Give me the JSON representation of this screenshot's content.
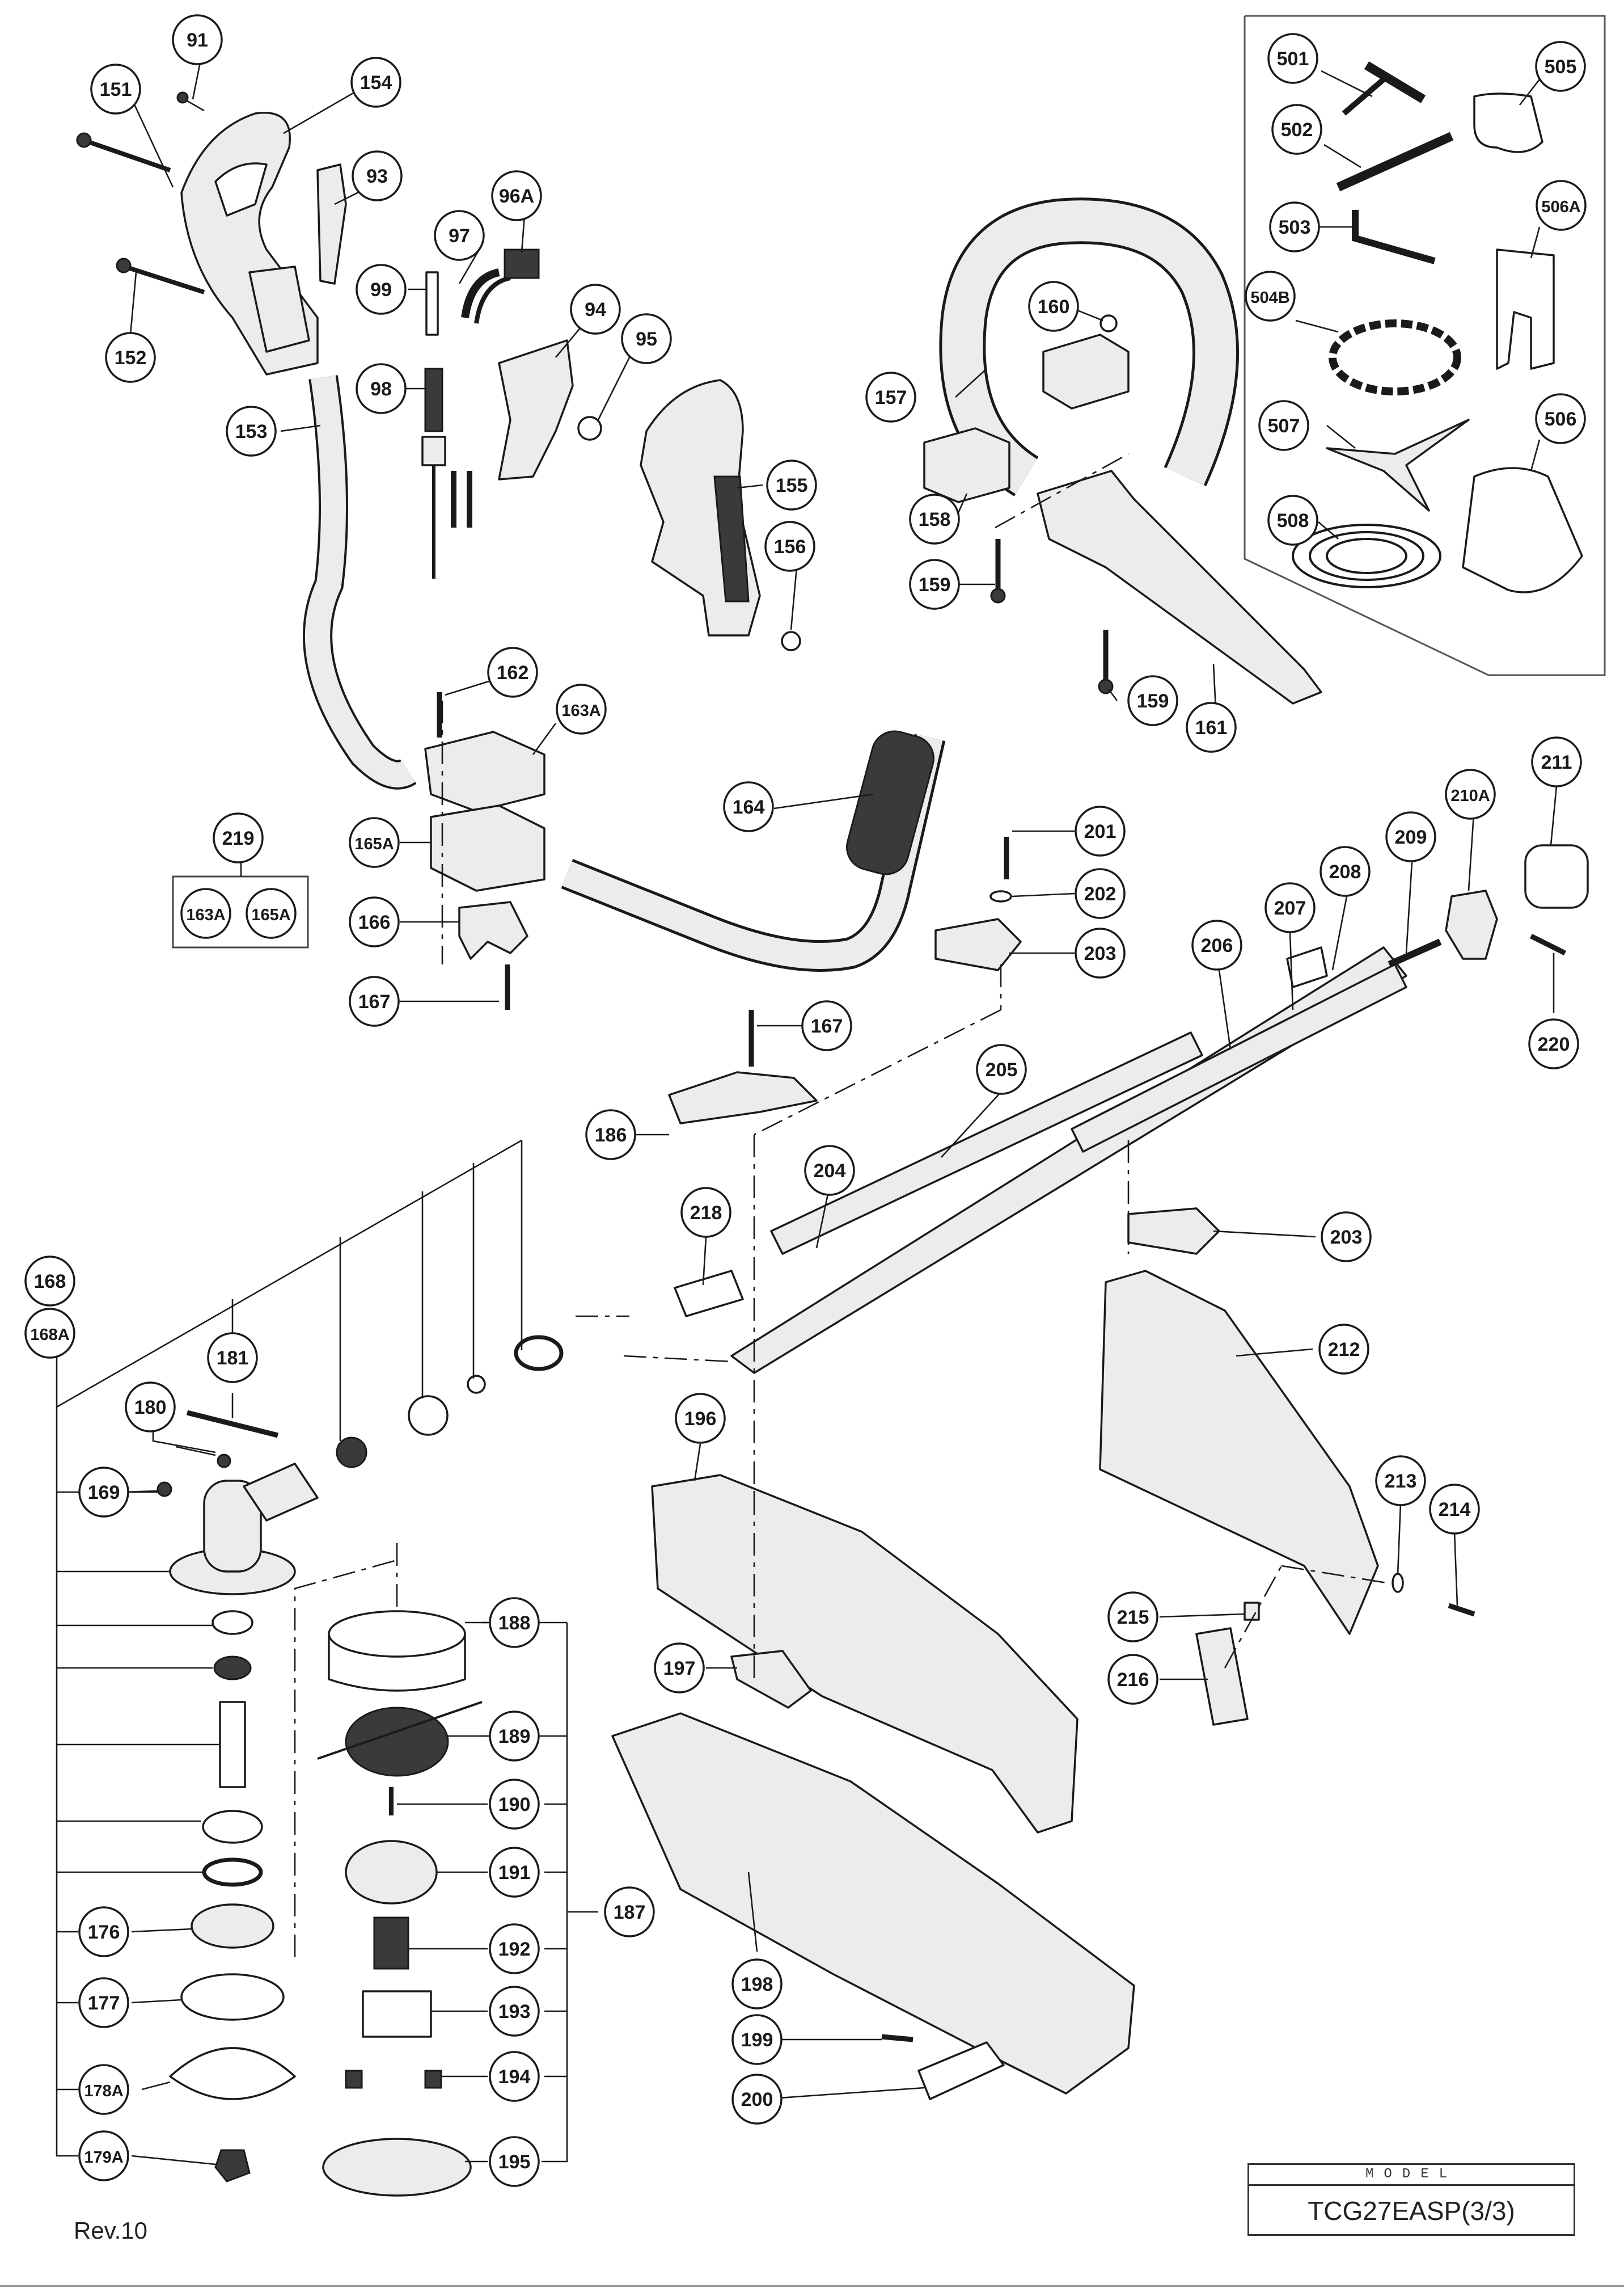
{
  "revision": "Rev.10",
  "model": {
    "label": "MODEL",
    "number": "TCG27EASP(3/3)"
  },
  "callouts": [
    {
      "id": "c91",
      "text": "91"
    },
    {
      "id": "c151",
      "text": "151"
    },
    {
      "id": "c154",
      "text": "154"
    },
    {
      "id": "c93",
      "text": "93"
    },
    {
      "id": "c96A",
      "text": "96A"
    },
    {
      "id": "c97",
      "text": "97"
    },
    {
      "id": "c99",
      "text": "99"
    },
    {
      "id": "c152",
      "text": "152"
    },
    {
      "id": "c94",
      "text": "94"
    },
    {
      "id": "c95",
      "text": "95"
    },
    {
      "id": "c98",
      "text": "98"
    },
    {
      "id": "c153",
      "text": "153"
    },
    {
      "id": "c155",
      "text": "155"
    },
    {
      "id": "c156",
      "text": "156"
    },
    {
      "id": "c160",
      "text": "160"
    },
    {
      "id": "c157",
      "text": "157"
    },
    {
      "id": "c158",
      "text": "158"
    },
    {
      "id": "c159a",
      "text": "159"
    },
    {
      "id": "c159b",
      "text": "159"
    },
    {
      "id": "c161",
      "text": "161"
    },
    {
      "id": "c501",
      "text": "501"
    },
    {
      "id": "c505",
      "text": "505"
    },
    {
      "id": "c502",
      "text": "502"
    },
    {
      "id": "c503",
      "text": "503"
    },
    {
      "id": "c506A",
      "text": "506A"
    },
    {
      "id": "c504B",
      "text": "504B"
    },
    {
      "id": "c507",
      "text": "507"
    },
    {
      "id": "c506",
      "text": "506"
    },
    {
      "id": "c508",
      "text": "508"
    },
    {
      "id": "c162",
      "text": "162"
    },
    {
      "id": "c163A",
      "text": "163A"
    },
    {
      "id": "c219",
      "text": "219"
    },
    {
      "id": "c163A_kit",
      "text": "163A"
    },
    {
      "id": "c165A_kit",
      "text": "165A"
    },
    {
      "id": "c165A",
      "text": "165A"
    },
    {
      "id": "c166",
      "text": "166"
    },
    {
      "id": "c167a",
      "text": "167"
    },
    {
      "id": "c164",
      "text": "164"
    },
    {
      "id": "c201",
      "text": "201"
    },
    {
      "id": "c202",
      "text": "202"
    },
    {
      "id": "c203a",
      "text": "203"
    },
    {
      "id": "c210A",
      "text": "210A"
    },
    {
      "id": "c211",
      "text": "211"
    },
    {
      "id": "c209",
      "text": "209"
    },
    {
      "id": "c208",
      "text": "208"
    },
    {
      "id": "c207",
      "text": "207"
    },
    {
      "id": "c206",
      "text": "206"
    },
    {
      "id": "c220",
      "text": "220"
    },
    {
      "id": "c167b",
      "text": "167"
    },
    {
      "id": "c205",
      "text": "205"
    },
    {
      "id": "c186",
      "text": "186"
    },
    {
      "id": "c204",
      "text": "204"
    },
    {
      "id": "c218",
      "text": "218"
    },
    {
      "id": "c203b",
      "text": "203"
    },
    {
      "id": "c212",
      "text": "212"
    },
    {
      "id": "c168",
      "text": "168"
    },
    {
      "id": "c168A",
      "text": "168A"
    },
    {
      "id": "c181",
      "text": "181"
    },
    {
      "id": "c180",
      "text": "180"
    },
    {
      "id": "c169",
      "text": "169"
    },
    {
      "id": "c196",
      "text": "196"
    },
    {
      "id": "c213",
      "text": "213"
    },
    {
      "id": "c214",
      "text": "214"
    },
    {
      "id": "c215",
      "text": "215"
    },
    {
      "id": "c216",
      "text": "216"
    },
    {
      "id": "c188",
      "text": "188"
    },
    {
      "id": "c189",
      "text": "189"
    },
    {
      "id": "c190",
      "text": "190"
    },
    {
      "id": "c191",
      "text": "191"
    },
    {
      "id": "c187",
      "text": "187"
    },
    {
      "id": "c192",
      "text": "192"
    },
    {
      "id": "c193",
      "text": "193"
    },
    {
      "id": "c194",
      "text": "194"
    },
    {
      "id": "c195",
      "text": "195"
    },
    {
      "id": "c197",
      "text": "197"
    },
    {
      "id": "c198",
      "text": "198"
    },
    {
      "id": "c199",
      "text": "199"
    },
    {
      "id": "c200",
      "text": "200"
    },
    {
      "id": "c176",
      "text": "176"
    },
    {
      "id": "c177",
      "text": "177"
    },
    {
      "id": "c178A",
      "text": "178A"
    },
    {
      "id": "c179A",
      "text": "179A"
    }
  ]
}
